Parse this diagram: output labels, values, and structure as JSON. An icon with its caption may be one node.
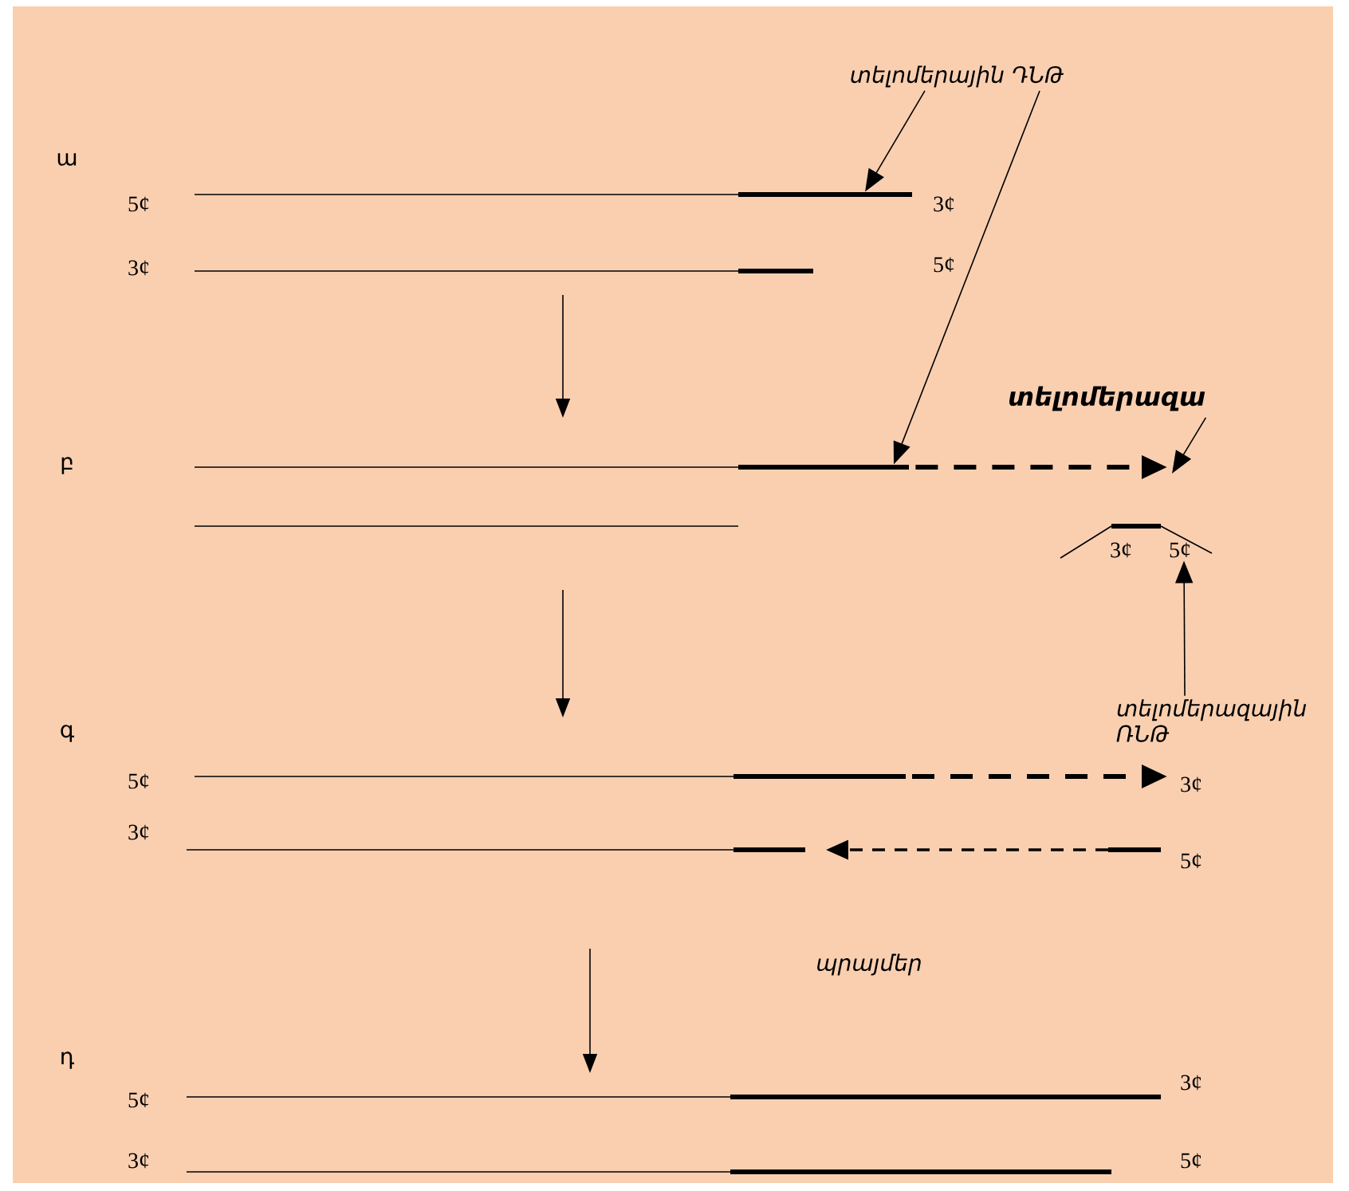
{
  "diagram": {
    "nodes": [
      {
        "text": [
          "տելոմերային ԴՆԹ"
        ]
      },
      {
        "text": [],
        "shape": "bar"
      },
      {
        "text": [],
        "shape": "bar"
      },
      {
        "text": [
          "տելոմերազա"
        ]
      },
      {
        "text": [
          "տելոմերազային ՌՆԹ"
        ]
      },
      {
        "text": [],
        "shape": "bar",
        "beside": [
          "3¢",
          "5¢"
        ]
      }
    ],
    "edges": [
      {
        "from": 0,
        "to": 1,
        "arrow": "to"
      },
      {
        "from": 0,
        "to": 2,
        "arrow": "to"
      },
      {
        "from": 3,
        "to": null,
        "arrow": "to"
      },
      {
        "from": 4,
        "to": 5,
        "arrow": "to"
      },
      {
        "from": 2,
        "to": null,
        "arrow": "to",
        "style": "dashed"
      }
    ],
    "labels": [
      "ա",
      "5¢",
      "3¢",
      "3¢",
      "5¢",
      "բ",
      "գ",
      "5¢",
      "3¢",
      "3¢",
      "5¢",
      "պրայմեր",
      "դ",
      "5¢",
      "3¢",
      "3¢",
      "5¢"
    ]
  }
}
